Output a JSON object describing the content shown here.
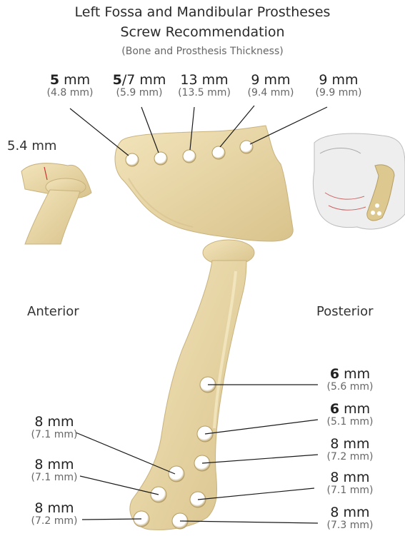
{
  "header": {
    "title_line1": "Left Fossa and Mandibular Prostheses",
    "title_line2": "Screw Recommendation",
    "subtitle": "(Bone and Prosthesis Thickness)"
  },
  "orientation": {
    "anterior": "Anterior",
    "posterior": "Posterior"
  },
  "detail_label": "5.4 mm",
  "fossa_screws": [
    {
      "bold": "5",
      "rest": " mm",
      "sub": "(4.8 mm)"
    },
    {
      "bold": "5",
      "rest": "/7 mm",
      "sub": "(5.9 mm)"
    },
    {
      "bold": "",
      "rest": "13 mm",
      "sub": "(13.5 mm)"
    },
    {
      "bold": "",
      "rest": "9 mm",
      "sub": "(9.4 mm)"
    },
    {
      "bold": "",
      "rest": "9 mm",
      "sub": "(9.9 mm)"
    }
  ],
  "mandible_right": [
    {
      "bold": "6",
      "rest": " mm",
      "sub": "(5.6 mm)"
    },
    {
      "bold": "6",
      "rest": " mm",
      "sub": "(5.1 mm)"
    },
    {
      "bold": "",
      "rest": "8 mm",
      "sub": "(7.2 mm)"
    },
    {
      "bold": "",
      "rest": "8 mm",
      "sub": "(7.1 mm)"
    },
    {
      "bold": "",
      "rest": "8 mm",
      "sub": "(7.3 mm)"
    }
  ],
  "mandible_left": [
    {
      "bold": "",
      "rest": "8 mm",
      "sub": "(7.1 mm)"
    },
    {
      "bold": "",
      "rest": "8 mm",
      "sub": "(7.1 mm)"
    },
    {
      "bold": "",
      "rest": "8 mm",
      "sub": "(7.2 mm)"
    }
  ],
  "colors": {
    "prosthesis": "#ecdcae",
    "prosthesis_shade": "#c9b47e",
    "hole": "#ffffff"
  }
}
